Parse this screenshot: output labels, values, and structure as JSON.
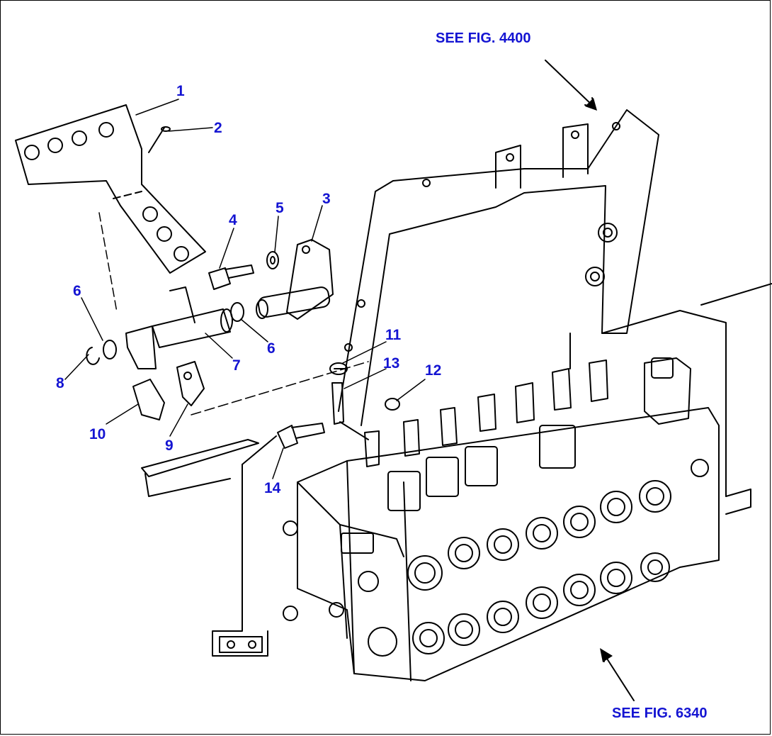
{
  "references": {
    "top": "SEE FIG. 4400",
    "bottom": "SEE FIG. 6340"
  },
  "part_labels": [
    "1",
    "2",
    "3",
    "4",
    "5",
    "6",
    "6",
    "7",
    "8",
    "9",
    "10",
    "11",
    "12",
    "13",
    "14"
  ],
  "colors": {
    "label": "#1414d2",
    "line": "#000000",
    "background": "#ffffff"
  }
}
